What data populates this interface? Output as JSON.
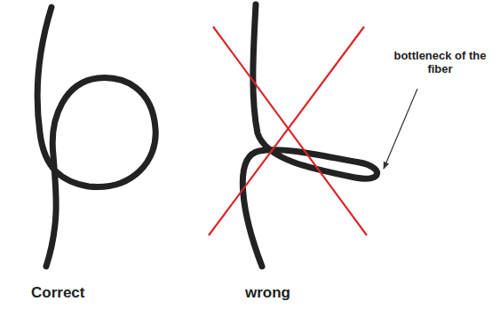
{
  "diagram": {
    "labels": [
      "bottleneck of the fiber",
      "Correct",
      "wrong"
    ]
  }
}
